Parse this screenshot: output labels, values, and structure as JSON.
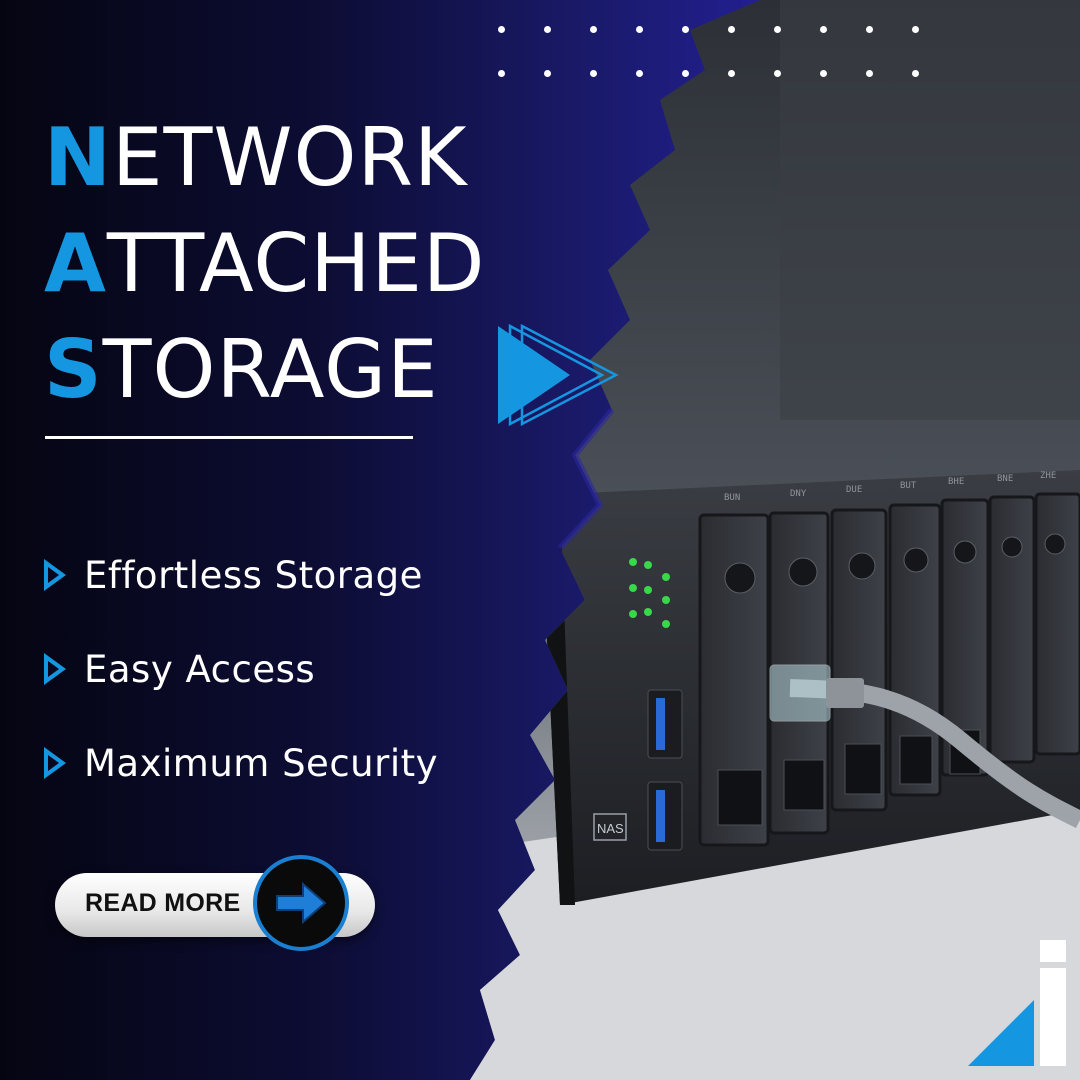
{
  "headline": {
    "line1_cap": "N",
    "line1_rest": "ETWORK",
    "line2_cap": "A",
    "line2_rest": "TTACHED",
    "line3_cap": "S",
    "line3_rest": "TORAGE"
  },
  "features": [
    {
      "label": "Effortless Storage"
    },
    {
      "label": "Easy Access"
    },
    {
      "label": "Maximum Security"
    }
  ],
  "cta": {
    "label": "READ MORE"
  },
  "device": {
    "badge": "NAS",
    "bay_labels": [
      "BUN",
      "DNY",
      "DUE",
      "BUT",
      "BHE",
      "BNE",
      "ZHE"
    ]
  },
  "colors": {
    "accent": "#1596e0",
    "background": "#0d0d35",
    "text": "#ffffff"
  },
  "icons": [
    "play-triangle-icon",
    "triple-chevron-icon",
    "arrow-right-icon",
    "brand-logo-icon",
    "led-indicator-icon",
    "usb-port-icon",
    "ethernet-cable-icon"
  ]
}
